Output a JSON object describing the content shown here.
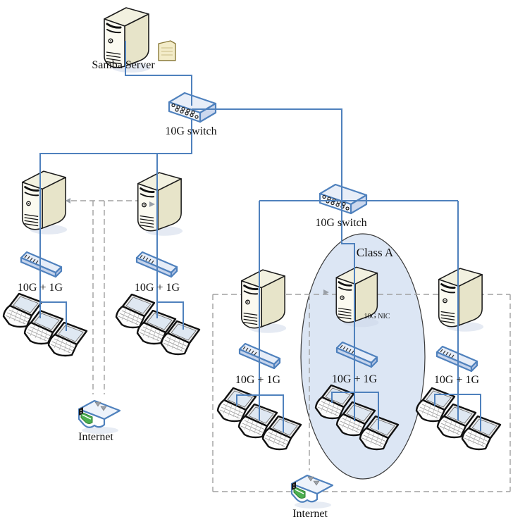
{
  "colors": {
    "link_blue": "#4f81bd",
    "dashed_gray": "#a0a0a0",
    "ellipse_fill": "#dce6f4",
    "ellipse_stroke": "#3a3a3a",
    "server_side_beige": "#e7e4c9",
    "server_front": "#fbfaf0",
    "switch_fill": "#e6edf8",
    "laptop_screen": "#dfe8f2",
    "internet_green": "#4caf50",
    "arrow_gray": "#9aa0a8",
    "label_color": "#111111"
  },
  "nodes": {
    "samba_server": "Samba Server",
    "core_switch": "10G switch",
    "secondary_switch": "10G switch",
    "class_a": "Class A",
    "class_a_nic": "10G NIC",
    "internet_left": "Internet",
    "internet_right": "Internet"
  },
  "edge_switch_labels": [
    {
      "label": "10G + 1G"
    },
    {
      "label": "10G + 1G"
    },
    {
      "label": "10G + 1G"
    },
    {
      "label": "10G + 1G"
    },
    {
      "label": "10G + 1G"
    }
  ]
}
